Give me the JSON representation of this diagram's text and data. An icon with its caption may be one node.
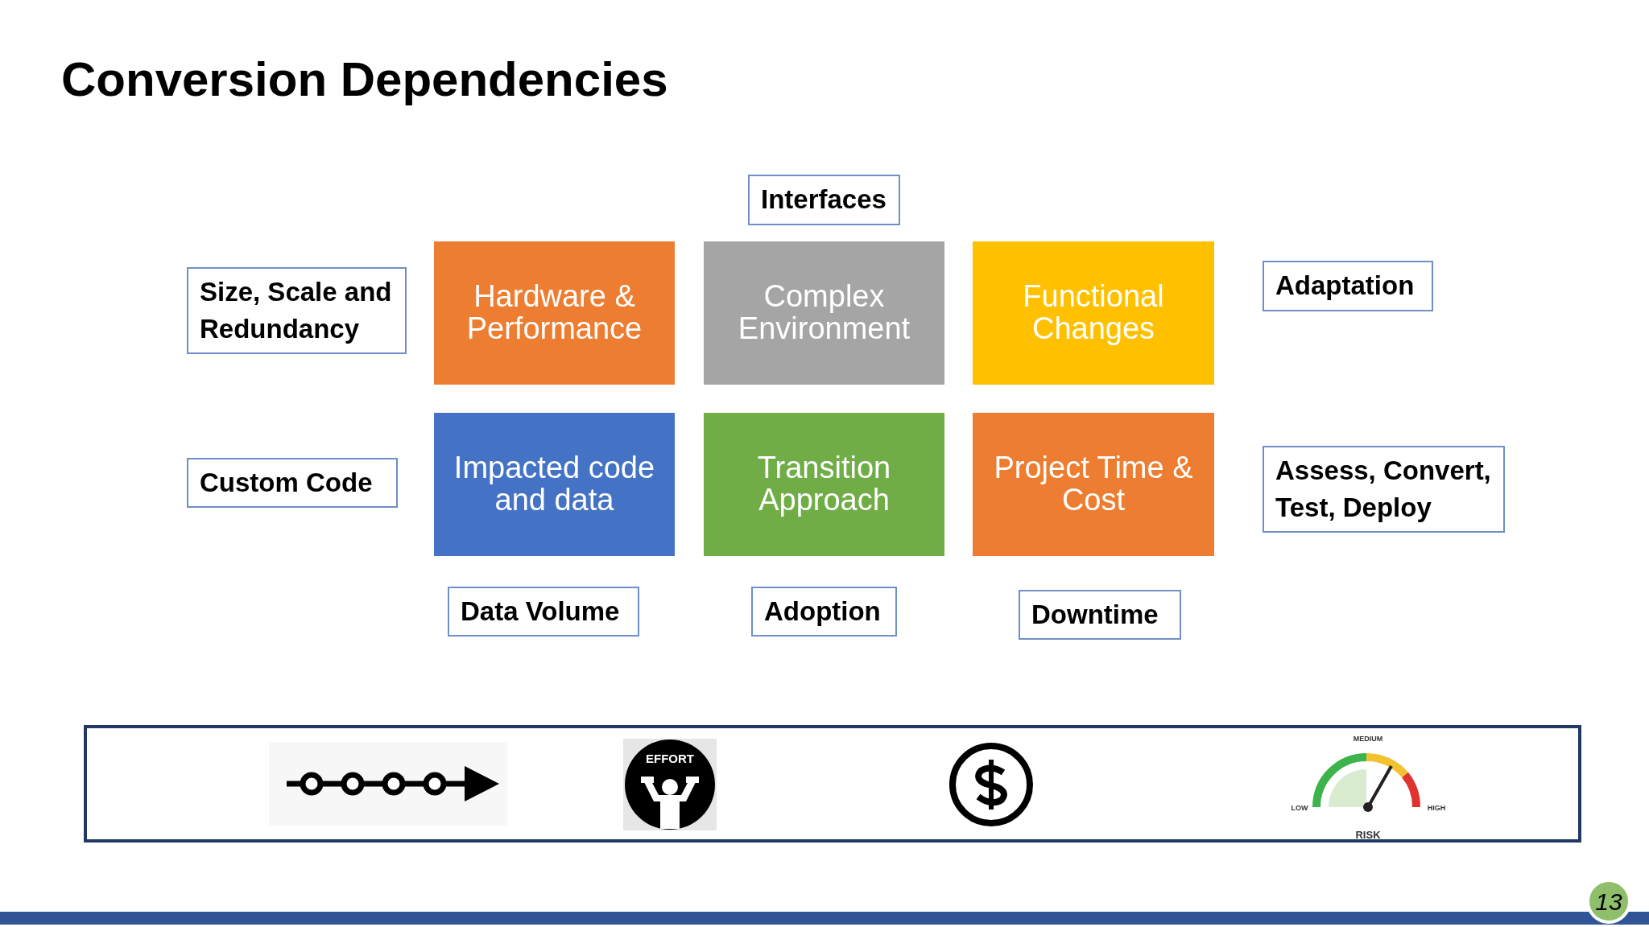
{
  "diagram": {
    "title": "Conversion Dependencies",
    "nodes": [
      {
        "text": [
          "Interfaces"
        ]
      },
      {
        "text": [
          "Size, Scale and Redundancy"
        ]
      },
      {
        "text": [
          "Hardware & Performance"
        ]
      },
      {
        "text": [
          "Complex Environment"
        ]
      },
      {
        "text": [
          "Functional Changes"
        ]
      },
      {
        "text": [
          "Adaptation"
        ]
      },
      {
        "text": [
          "Custom Code"
        ]
      },
      {
        "text": [
          "Impacted code and data"
        ]
      },
      {
        "text": [
          "Transition Approach"
        ]
      },
      {
        "text": [
          "Project Time & Cost"
        ]
      },
      {
        "text": [
          "Assess, Convert, Test, Deploy"
        ]
      },
      {
        "text": [
          "Data Volume"
        ]
      },
      {
        "text": [
          "Adoption"
        ]
      },
      {
        "text": [
          "Downtime"
        ]
      }
    ],
    "edges": [],
    "labels": [
      "EFFORT",
      "MEDIUM",
      "LOW",
      "HIGH",
      "RISK",
      "13"
    ]
  }
}
